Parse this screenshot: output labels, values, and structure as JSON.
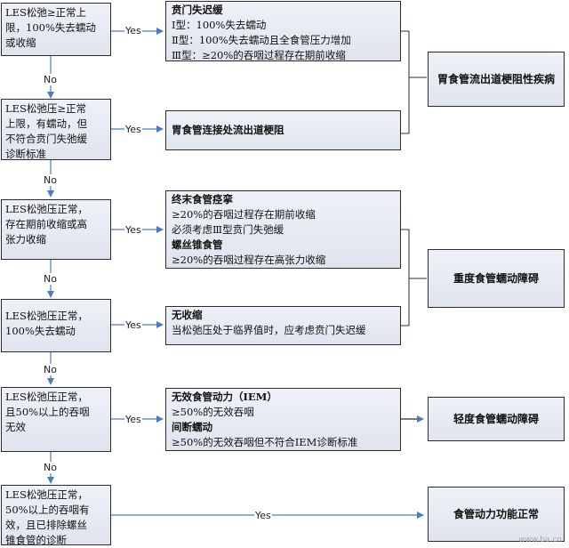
{
  "conditions": [
    {
      "lines": [
        "LES松弛≥正常上",
        "限，100%失去蠕动",
        "或收缩"
      ]
    },
    {
      "lines": [
        "LES松弛压≥正常",
        "上限，有蠕动，但",
        "不符合贲门失弛缓",
        "诊断标准"
      ]
    },
    {
      "lines": [
        "LES松弛压正常，",
        "存在期前收缩或高",
        "张力收缩"
      ]
    },
    {
      "lines": [
        "LES松弛压正常，",
        "100%失去蠕动"
      ]
    },
    {
      "lines": [
        "LES松弛压正常，",
        "且50%以上的吞咽",
        "无效"
      ]
    },
    {
      "lines": [
        "LES松弛压正常，",
        "50%以上的吞咽有",
        "效，且已排除螺丝",
        "锥食管的诊断"
      ]
    }
  ],
  "results": [
    {
      "lines": [
        {
          "t": "贲门失迟缓",
          "h": true
        },
        {
          "t": "Ⅰ型：100%失去蠕动",
          "h": false
        },
        {
          "t": "Ⅱ型：100%失去蠕动且全食管压力增加",
          "h": false
        },
        {
          "t": "Ⅲ型：≥20%的吞咽过程存在期前收缩",
          "h": false
        }
      ]
    },
    {
      "lines": [
        {
          "t": "胃食管连接处流出道梗阻",
          "h": true
        }
      ]
    },
    {
      "lines": [
        {
          "t": "终末食管痉挛",
          "h": true
        },
        {
          "t": "≥20%的吞咽过程存在期前收缩",
          "h": false
        },
        {
          "t": "必须考虑Ⅲ型贲门失弛缓",
          "h": false
        },
        {
          "t": "螺丝锥食管",
          "h": true
        },
        {
          "t": "≥20%的吞咽过程存在高张力收缩",
          "h": false
        }
      ]
    },
    {
      "lines": [
        {
          "t": "无收缩",
          "h": true
        },
        {
          "t": "当松弛压处于临界值时，应考虑贲门失迟缓",
          "h": false
        }
      ]
    },
    {
      "lines": [
        {
          "t": "无效食管动力（IEM）",
          "h": true
        },
        {
          "t": "≥50%的无效吞咽",
          "h": false
        },
        {
          "t": "间断蠕动",
          "h": true
        },
        {
          "t": "≥50%的无效吞咽但不符合IEM诊断标准",
          "h": false
        }
      ]
    }
  ],
  "categories": [
    {
      "label": "胃食管流出道梗阻性疾病"
    },
    {
      "label": "重度食管蠕动障碍"
    },
    {
      "label": "轻度食管蠕动障碍"
    },
    {
      "label": "食管动力功能正常"
    }
  ],
  "labels": {
    "yes": "Yes",
    "no": "No"
  },
  "watermark": "www.ba.cn",
  "colors": {
    "arrow": "#4a7cc0",
    "line": "#2c2c2c",
    "box_top": "#eef1f7",
    "box_bottom": "#dfe4ee"
  }
}
